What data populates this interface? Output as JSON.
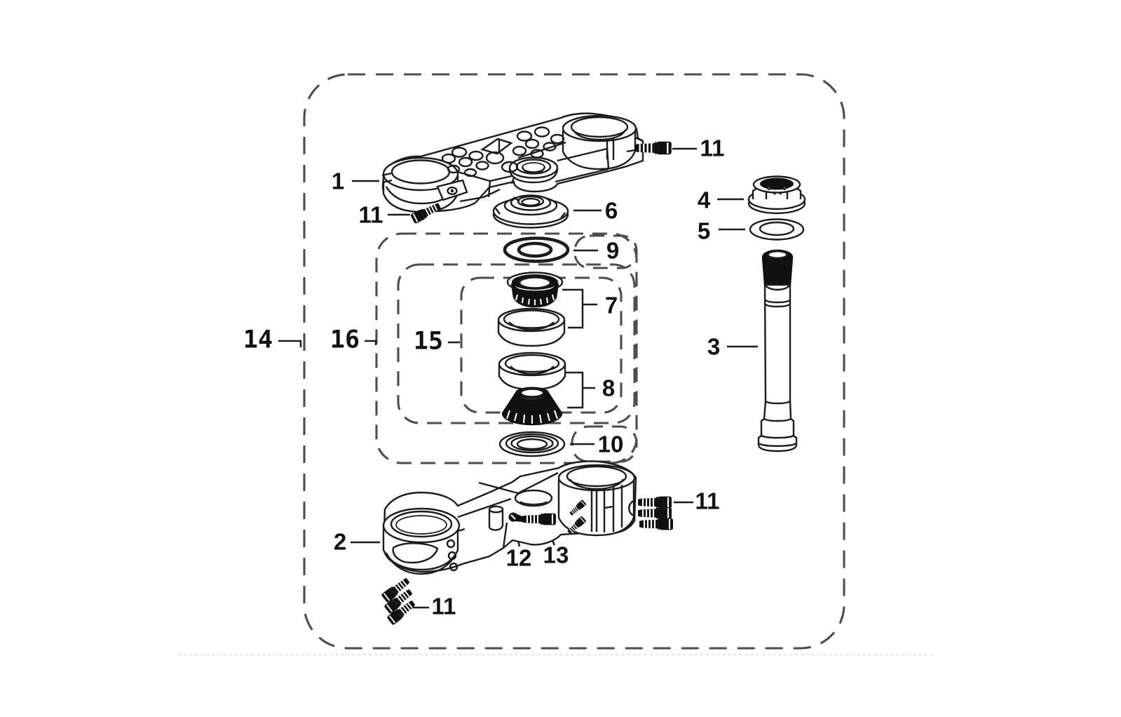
{
  "diagram": {
    "kind": "exploded-parts-diagram",
    "colors": {
      "ink": "#1c1c1c",
      "dashed_outline": "#4d4d4d",
      "background": "#ffffff"
    }
  },
  "callouts": {
    "c1": "1",
    "c2": "2",
    "c3": "3",
    "c4": "4",
    "c5": "5",
    "c6": "6",
    "c7": "7",
    "c8": "8",
    "c9": "9",
    "c10": "10",
    "c11_top_right": "11",
    "c11_mid_left": "11",
    "c11_right": "11",
    "c11_bottom": "11",
    "c12": "12",
    "c13": "13",
    "c14": "14",
    "c15": "15",
    "c16": "16"
  }
}
